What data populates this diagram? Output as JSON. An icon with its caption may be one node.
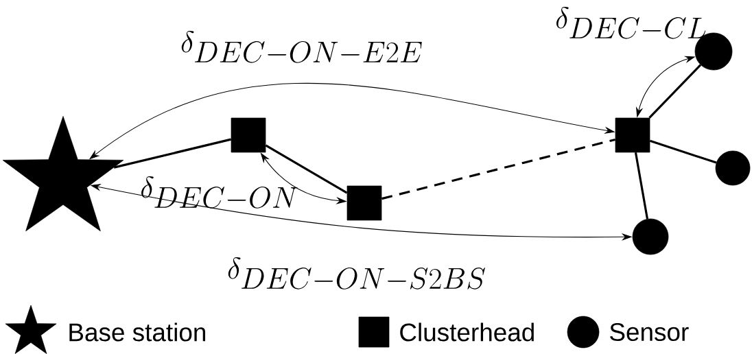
{
  "diagram": {
    "nodes": [
      {
        "text": [],
        "shape": "star"
      },
      {
        "text": [],
        "shape": "box"
      },
      {
        "text": [],
        "shape": "box"
      },
      {
        "text": [],
        "shape": "box"
      },
      {
        "text": [],
        "shape": "circle"
      },
      {
        "text": [],
        "shape": "circle"
      },
      {
        "text": [],
        "shape": "circle"
      }
    ],
    "edges": [
      {
        "from": 0,
        "to": 1,
        "arrow": "none"
      },
      {
        "from": 1,
        "to": 2,
        "arrow": "none"
      },
      {
        "from": 2,
        "to": 3,
        "arrow": "none",
        "style": "dashed"
      },
      {
        "from": 3,
        "to": 4,
        "arrow": "none"
      },
      {
        "from": 3,
        "to": 5,
        "arrow": "none"
      },
      {
        "from": 3,
        "to": 6,
        "arrow": "none"
      },
      {
        "from": 0,
        "to": 3,
        "arrow": "both",
        "label": "\\delta_{DEC-ON-E2E}"
      },
      {
        "from": 1,
        "to": 2,
        "arrow": "both",
        "label": "\\delta_{DEC-ON}"
      },
      {
        "from": 3,
        "to": 4,
        "arrow": "both",
        "label": "\\delta_{DEC-CL}"
      },
      {
        "from": 0,
        "to": 6,
        "arrow": "both",
        "label": "\\delta_{DEC-ON-S2BS}"
      }
    ],
    "legend": [
      {
        "text": "Base station"
      },
      {
        "text": "Clusterhead"
      },
      {
        "text": "Sensor"
      }
    ]
  }
}
